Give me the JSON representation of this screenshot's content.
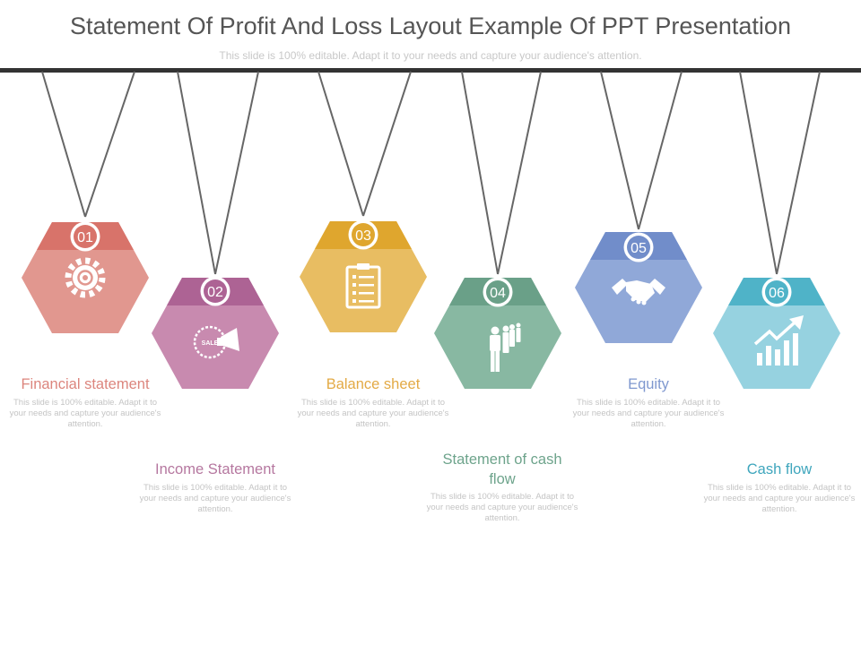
{
  "slide": {
    "title": "Statement Of Profit And Loss Layout Example Of PPT Presentation",
    "subtitle": "This slide is 100% editable. Adapt it to your needs and capture your audience's attention."
  },
  "steps": [
    {
      "number": "01",
      "label": "Financial statement",
      "description": "This slide is 100% editable. Adapt it to your needs and capture your audience's attention.",
      "icon": "gear-icon",
      "color": "#e1978f",
      "band_color": "#d8736a",
      "label_color": "#dc857d"
    },
    {
      "number": "02",
      "label": "Income Statement",
      "description": "This slide is 100% editable. Adapt it to your needs and capture your audience's attention.",
      "icon": "sale-megaphone-icon",
      "color": "#c88aaf",
      "band_color": "#ad6394",
      "label_color": "#b5779f"
    },
    {
      "number": "03",
      "label": "Balance sheet",
      "description": "This slide is 100% editable. Adapt it to your needs and capture your audience's attention.",
      "icon": "clipboard-icon",
      "color": "#e8bd62",
      "band_color": "#dfa62e",
      "label_color": "#e3aa45"
    },
    {
      "number": "04",
      "label": "Statement of cash flow",
      "description": "This slide is 100% editable. Adapt it to your needs and capture your audience's attention.",
      "icon": "team-icon",
      "color": "#88b8a2",
      "band_color": "#6aa088",
      "label_color": "#6ea48c"
    },
    {
      "number": "05",
      "label": "Equity",
      "description": "This slide is 100% editable. Adapt it to your needs and capture your audience's attention.",
      "icon": "handshake-icon",
      "color": "#90a8d8",
      "band_color": "#718dca",
      "label_color": "#7f98cf"
    },
    {
      "number": "06",
      "label": "Cash flow",
      "description": "This slide is 100% editable. Adapt it to your needs and capture your audience's attention.",
      "icon": "growth-chart-icon",
      "color": "#96d2e0",
      "band_color": "#4fb3c8",
      "label_color": "#3fa6bd"
    }
  ]
}
